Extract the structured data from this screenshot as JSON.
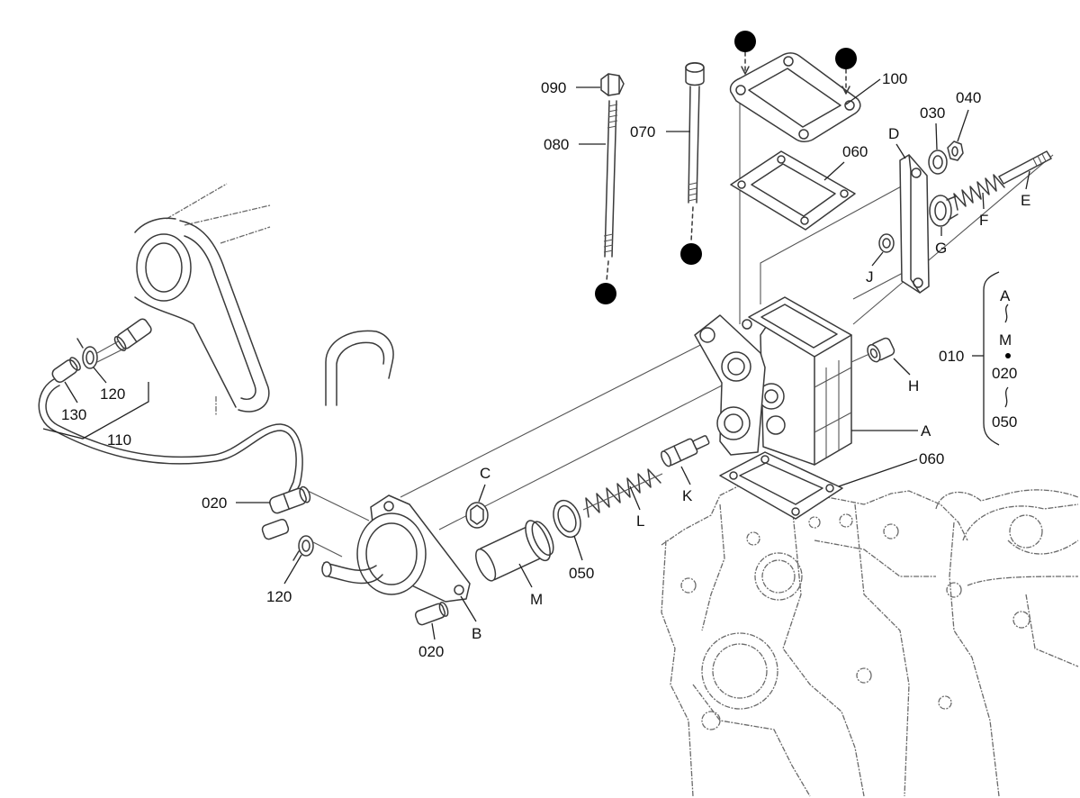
{
  "diagram": {
    "callouts": {
      "c090": "090",
      "c080": "080",
      "c070": "070",
      "c100": "100",
      "c030": "030",
      "c040": "040",
      "cD": "D",
      "c060_top": "060",
      "cE": "E",
      "cF": "F",
      "cG": "G",
      "cJ": "J",
      "cH": "H",
      "cA": "A",
      "c010": "010",
      "c060_bottom": "060",
      "cK": "K",
      "cL": "L",
      "cC": "C",
      "c050": "050",
      "cM": "M",
      "cB": "B",
      "c020_bottom": "020",
      "c120_lower": "120",
      "c020_left": "020",
      "c120_upper": "120",
      "c130": "130",
      "c110": "110"
    },
    "kit_range": {
      "from_1": "A",
      "to_1": "M",
      "from_2": "020",
      "to_2": "050"
    }
  }
}
